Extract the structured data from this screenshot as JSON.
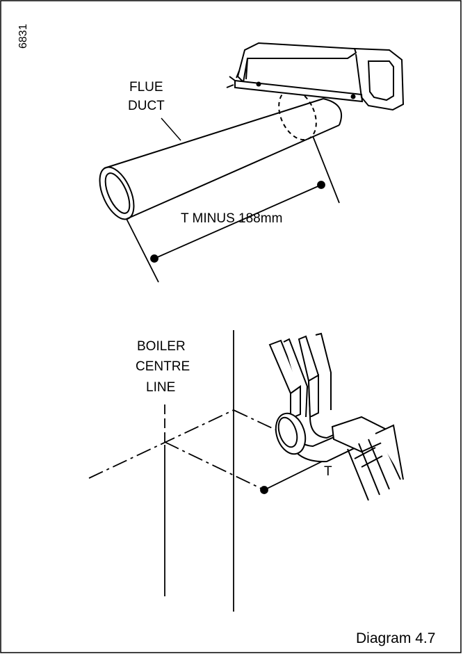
{
  "figure_number": "6831",
  "labels": {
    "flue_1": "FLUE",
    "flue_2": "DUCT",
    "measurement": "T MINUS 188mm",
    "boiler_1": "BOILER",
    "boiler_2": "CENTRE",
    "boiler_3": "LINE",
    "t_label": "T"
  },
  "caption": "Diagram 4.7",
  "colors": {
    "ink": "#000000",
    "paper": "#ffffff"
  }
}
